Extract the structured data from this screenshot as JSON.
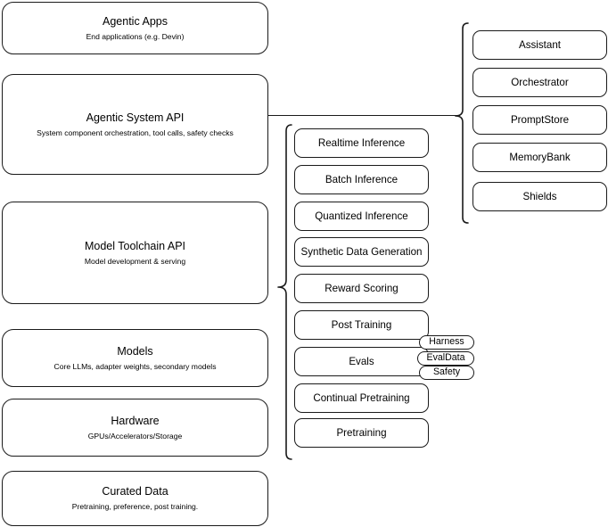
{
  "diagram": {
    "title": "AI Stack Architecture Diagram",
    "background_color": "#ffffff",
    "stroke_color": "#1a1a1a"
  },
  "stack": {
    "layers": [
      {
        "title": "Agentic Apps",
        "subtitle": "End applications (e.g. Devin)"
      },
      {
        "title": "Agentic System API",
        "subtitle": "System component orchestration, tool calls, safety checks"
      },
      {
        "title": "Model Toolchain API",
        "subtitle": "Model development & serving"
      },
      {
        "title": "Models",
        "subtitle": "Core LLMs, adapter weights, secondary models"
      },
      {
        "title": "Hardware",
        "subtitle": "GPUs/Accelerators/Storage"
      },
      {
        "title": "Curated Data",
        "subtitle": "Pretraining, preference, post training."
      }
    ]
  },
  "toolchain_capabilities": {
    "items": [
      {
        "label": "Realtime Inference"
      },
      {
        "label": "Batch Inference"
      },
      {
        "label": "Quantized Inference"
      },
      {
        "label": "Synthetic Data Generation"
      },
      {
        "label": "Reward Scoring"
      },
      {
        "label": "Post Training"
      },
      {
        "label": "Evals"
      },
      {
        "label": "Continual Pretraining"
      },
      {
        "label": "Pretraining"
      }
    ]
  },
  "evals_tags": {
    "items": [
      {
        "label": "Harness"
      },
      {
        "label": "EvalData"
      },
      {
        "label": "Safety"
      }
    ]
  },
  "agentic_components": {
    "items": [
      {
        "label": "Assistant"
      },
      {
        "label": "Orchestrator"
      },
      {
        "label": "PromptStore"
      },
      {
        "label": "MemoryBank"
      },
      {
        "label": "Shields"
      }
    ]
  }
}
